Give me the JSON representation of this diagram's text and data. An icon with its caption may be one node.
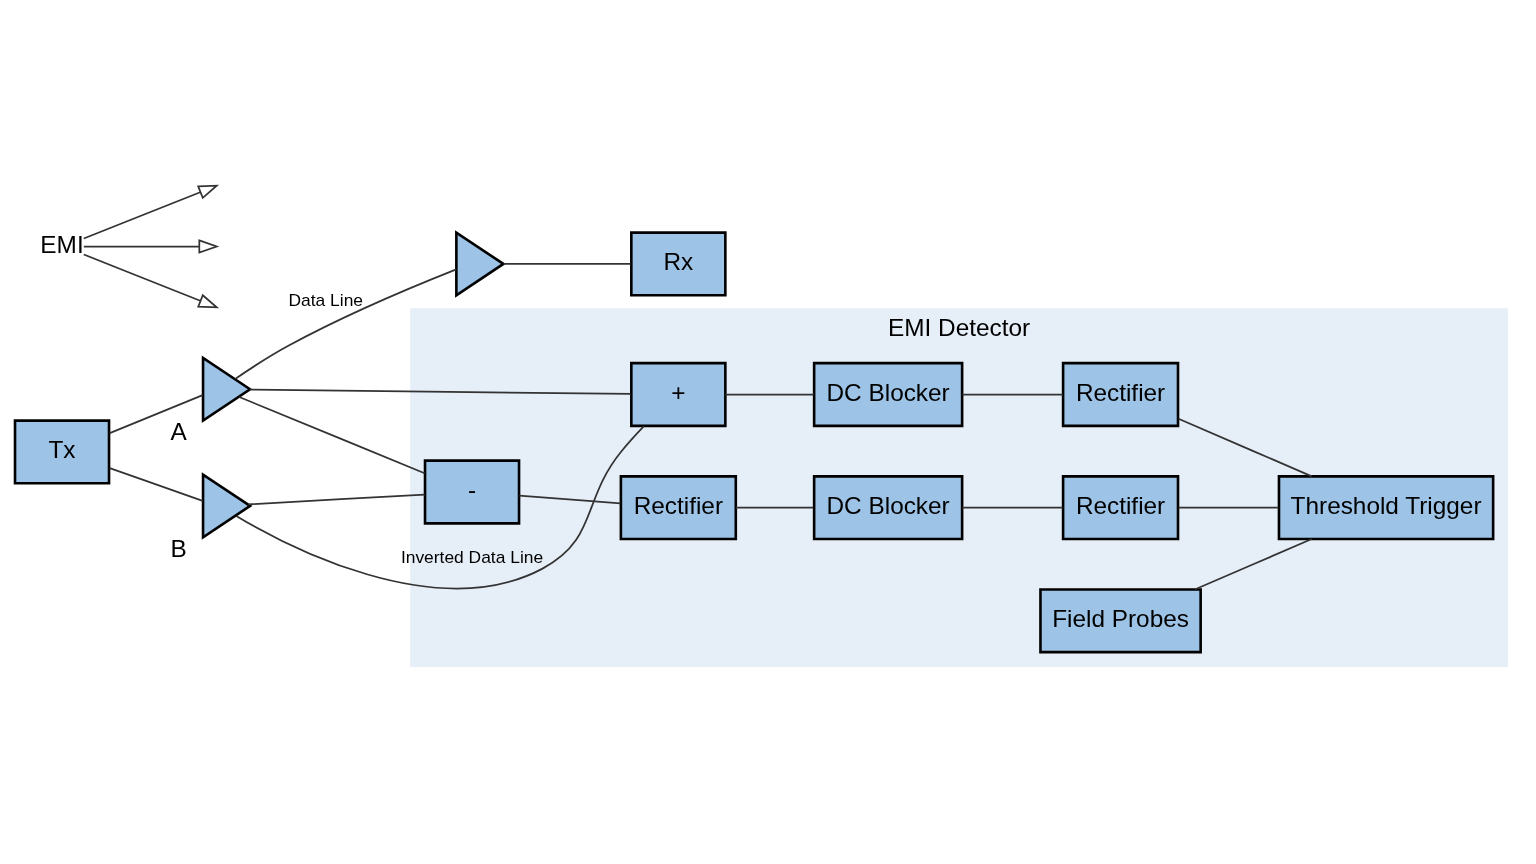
{
  "diagram": {
    "nodes": [
      {
        "text": [
          "Tx"
        ]
      },
      {
        "text": [],
        "shape": "triangle",
        "beside": [
          "A"
        ]
      },
      {
        "text": [],
        "shape": "triangle",
        "beside": [
          "B"
        ]
      },
      {
        "text": [],
        "shape": "triangle"
      },
      {
        "text": [
          "Rx"
        ]
      },
      {
        "text": [
          "EMI Detector"
        ]
      },
      {
        "text": [
          "Threshold Trigger"
        ],
        "in": 5
      },
      {
        "text": [
          "Rectifier"
        ],
        "in": 5
      },
      {
        "text": [
          "DC Blocker"
        ],
        "in": 5
      },
      {
        "text": [
          "+"
        ],
        "in": 5
      },
      {
        "text": [
          "Rectifier"
        ],
        "in": 5
      },
      {
        "text": [
          "DC Blocker"
        ],
        "in": 5
      },
      {
        "text": [
          "Rectifier"
        ],
        "in": 5
      },
      {
        "text": [
          "-"
        ],
        "in": 5
      },
      {
        "text": [
          "Field Probes"
        ],
        "in": 5
      },
      {
        "text": [
          "EMI"
        ]
      }
    ],
    "edges": [
      {
        "from": 0,
        "to": 1,
        "arrow": "none"
      },
      {
        "from": 0,
        "to": 2,
        "arrow": "none"
      },
      {
        "from": 1,
        "to": 3,
        "arrow": "none",
        "label": "Data Line"
      },
      {
        "from": 3,
        "to": 4,
        "arrow": "none"
      },
      {
        "from": 2,
        "to": 9,
        "arrow": "none",
        "label": "Inverted Data Line"
      },
      {
        "from": 2,
        "to": 13,
        "arrow": "none"
      },
      {
        "from": 1,
        "to": 9,
        "arrow": "none"
      },
      {
        "from": 1,
        "to": 13,
        "arrow": "none"
      },
      {
        "from": 9,
        "to": 8,
        "arrow": "none"
      },
      {
        "from": 8,
        "to": 7,
        "arrow": "none"
      },
      {
        "from": 7,
        "to": 6,
        "arrow": "none"
      },
      {
        "from": 13,
        "to": 12,
        "arrow": "none"
      },
      {
        "from": 12,
        "to": 11,
        "arrow": "none"
      },
      {
        "from": 11,
        "to": 10,
        "arrow": "none"
      },
      {
        "from": 10,
        "to": 6,
        "arrow": "none"
      },
      {
        "from": 14,
        "to": 6,
        "arrow": "none"
      },
      {
        "from": 15,
        "to": null,
        "arrow": "to"
      },
      {
        "from": 15,
        "to": null,
        "arrow": "to"
      },
      {
        "from": 15,
        "to": null,
        "arrow": "to"
      }
    ]
  }
}
